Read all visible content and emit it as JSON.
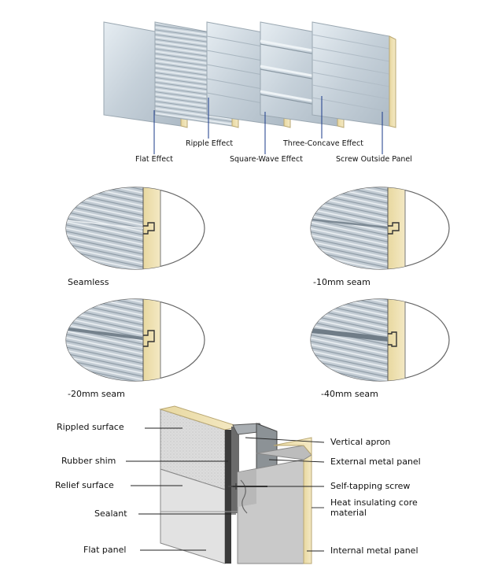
{
  "panel_types": {
    "flat": "Flat Effect",
    "ripple": "Ripple Effect",
    "square_wave": "Square-Wave Effect",
    "three_concave": "Three-Concave Effect",
    "screw_outside": "Screw Outside Panel"
  },
  "seams": {
    "seamless": "Seamless",
    "mm10": "-10mm seam",
    "mm20": "-20mm seam",
    "mm40": "-40mm seam"
  },
  "cross_section": {
    "left": {
      "rippled_surface": "Rippled surface",
      "rubber_shim": "Rubber shim",
      "relief_surface": "Relief surface",
      "sealant": "Sealant",
      "flat_panel": "Flat panel"
    },
    "right": {
      "vertical_apron": "Vertical apron",
      "external_metal_panel": "External metal panel",
      "self_tapping_screw": "Self-tapping screw",
      "heat_core_line1": "Heat insulating core",
      "heat_core_line2": "material",
      "internal_metal_panel": "Internal metal panel"
    }
  },
  "colors": {
    "panel_face": "#c8d3dc",
    "core_foam": "#efe1b0",
    "leader_line": "#1a3a8a"
  }
}
